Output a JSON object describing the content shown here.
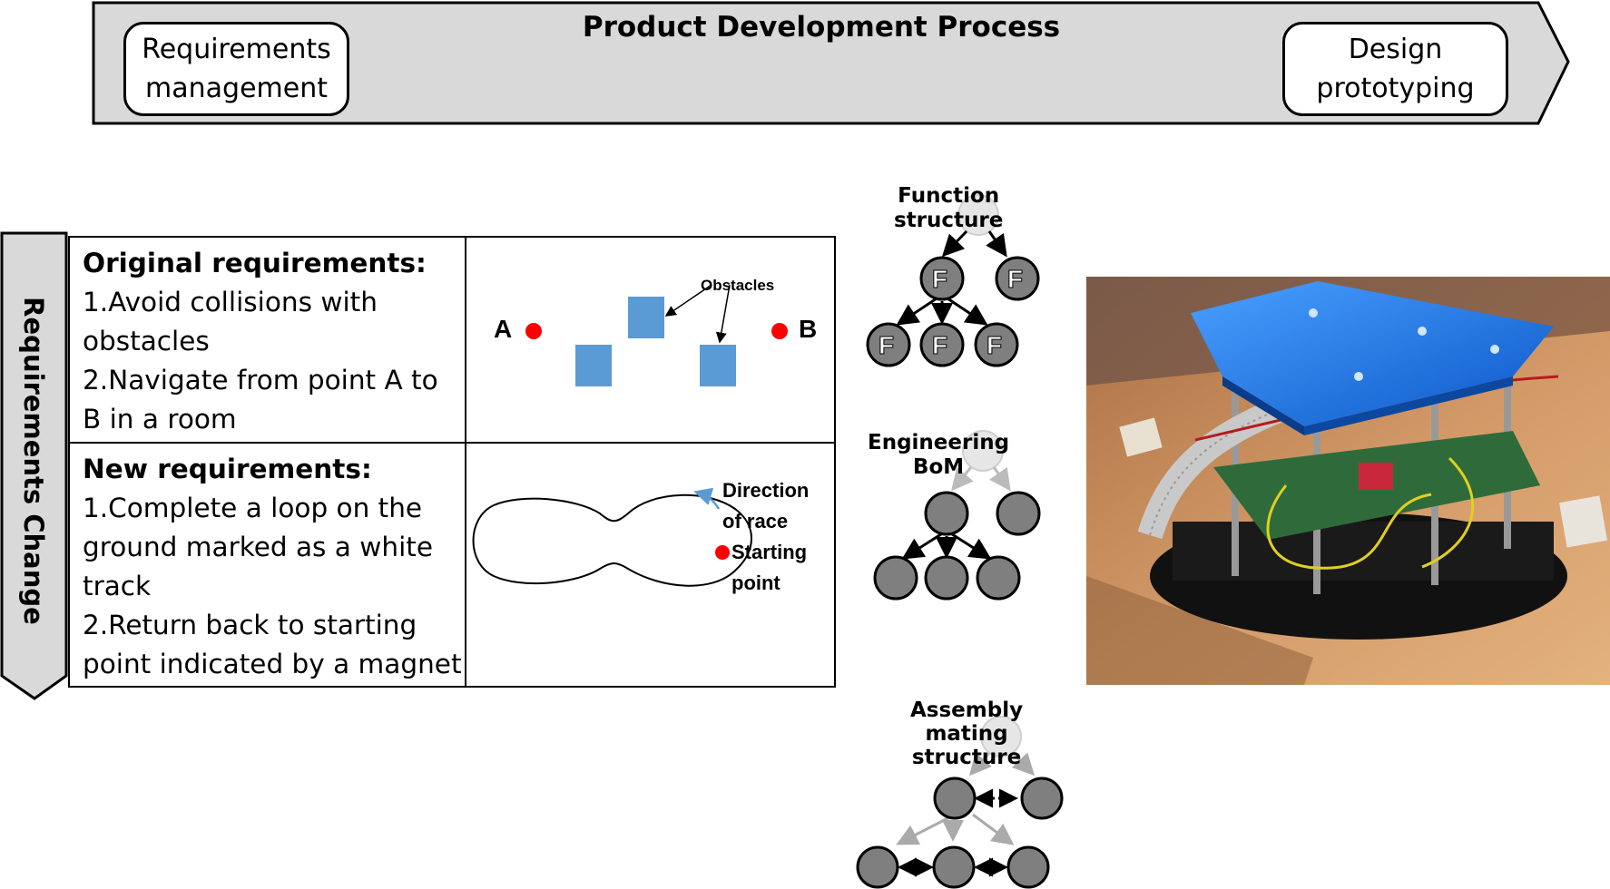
{
  "banner": {
    "title": "Product Development Process",
    "stage_left": [
      "Requirements",
      "management"
    ],
    "stage_right": [
      "Design",
      "prototyping"
    ]
  },
  "side_arrow": {
    "label": "Requirements Change"
  },
  "original": {
    "heading": "Original requirements:",
    "lines": [
      "1.Avoid collisions with",
      "obstacles",
      "2.Navigate from point A to",
      "B in a room"
    ],
    "sketch": {
      "point_a": "A",
      "point_b": "B",
      "obstacles_label": "Obstacles"
    }
  },
  "new": {
    "heading": "New requirements:",
    "lines": [
      "1.Complete a loop on the",
      "ground marked as a white",
      "track",
      "2.Return back to starting",
      "point indicated by a magnet"
    ],
    "sketch": {
      "direction_label": [
        "Direction",
        "of race"
      ],
      "start_label": [
        "Starting",
        "point"
      ]
    }
  },
  "graphs": {
    "function": {
      "label": [
        "Function",
        "structure"
      ],
      "node_letter": "F"
    },
    "bom": {
      "label": [
        "Engineering",
        "BoM"
      ]
    },
    "assembly": {
      "label": [
        "Assembly",
        "mating",
        "structure"
      ]
    }
  },
  "colors": {
    "banner_fill": "#d9d9d9",
    "obstacle": "#5b9bd5",
    "point_marker": "#ff0000",
    "node_fill": "#7f7f7f",
    "robot_top": "#1e6fd6",
    "table_wood": "#c8895a"
  }
}
